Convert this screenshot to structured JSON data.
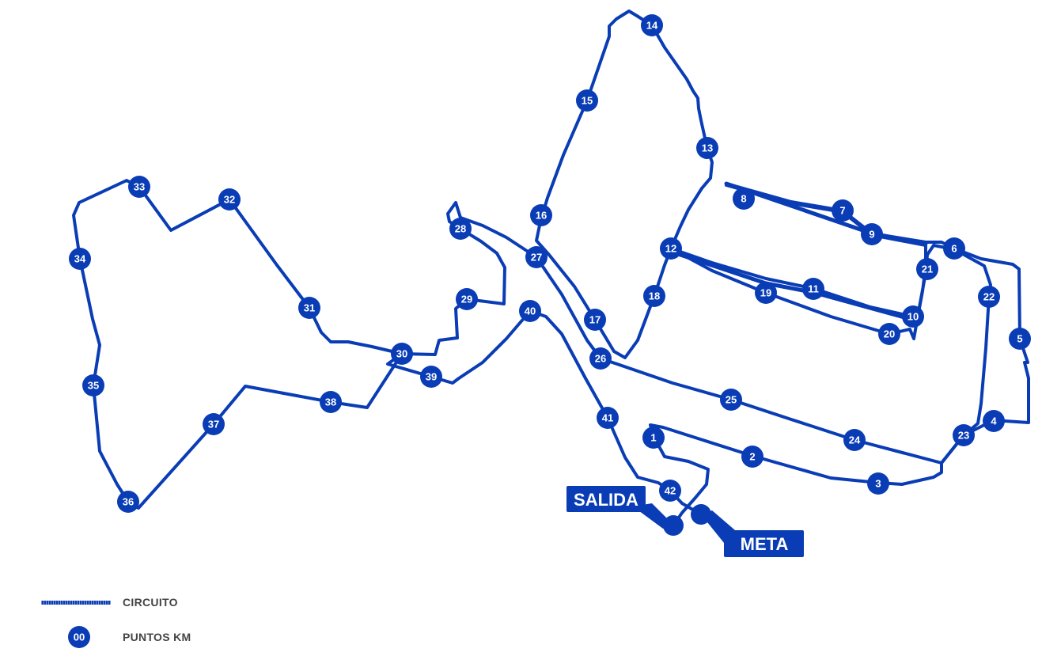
{
  "colors": {
    "route": "#0a3db5",
    "marker_fill": "#0a3db5",
    "marker_text": "#ffffff",
    "legend_text": "#444444"
  },
  "start": {
    "label": "SALIDA"
  },
  "finish": {
    "label": "META"
  },
  "km_markers": [
    "1",
    "2",
    "3",
    "4",
    "5",
    "6",
    "7",
    "8",
    "9",
    "10",
    "11",
    "12",
    "13",
    "14",
    "15",
    "16",
    "17",
    "18",
    "19",
    "20",
    "21",
    "22",
    "23",
    "24",
    "25",
    "26",
    "27",
    "28",
    "29",
    "30",
    "31",
    "32",
    "33",
    "34",
    "35",
    "36",
    "37",
    "38",
    "39",
    "40",
    "41",
    "42"
  ],
  "legend": {
    "circuit_label": "CIRCUITO",
    "km_points_label": "PUNTOS KM",
    "km_sample": "00"
  }
}
